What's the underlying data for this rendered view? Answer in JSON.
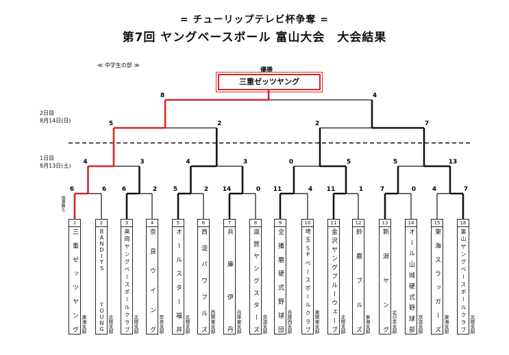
{
  "header": {
    "subtitle": "= チューリップテレビ杯争奪 =",
    "title": "第7回 ヤングベースボール 富山大会　大会結果"
  },
  "division_label": "≪ 中学生の部 ≫",
  "days": [
    {
      "label": "2日目",
      "date": "8月14日(日)"
    },
    {
      "label": "1日目",
      "date": "8月13日(土)"
    }
  ],
  "champion": {
    "label": "優勝",
    "name": "三重ゼッツヤング"
  },
  "lottery_note": "抽選勝ち",
  "scores": {
    "final": [
      "8",
      "4"
    ],
    "semi": [
      "5",
      "2",
      "2",
      "7"
    ],
    "quarter": [
      "4",
      "3",
      "4",
      "3",
      "0",
      "5",
      "5",
      "13"
    ],
    "first": [
      "6",
      "6",
      "6",
      "2",
      "5",
      "2",
      "14",
      "0",
      "11",
      "4",
      "11",
      "1",
      "7",
      "0",
      "4",
      "7"
    ]
  },
  "teams": [
    {
      "num": "1",
      "name": "三重ゼッツヤング",
      "branch": "東海支部"
    },
    {
      "num": "2",
      "name": "BANDITS YOUNG",
      "branch": "北陸支部"
    },
    {
      "num": "3",
      "name": "高岡ヤングベースボールクラブ",
      "branch": "北陸支部"
    },
    {
      "num": "4",
      "name": "奈良ウイング",
      "branch": "奈良支部"
    },
    {
      "num": "5",
      "name": "オールスター福井",
      "branch": "北陸支部"
    },
    {
      "num": "6",
      "name": "西淀パワフルズ",
      "branch": "西関東支部"
    },
    {
      "num": "7",
      "name": "兵庫伊丹",
      "branch": "兵庫東支部"
    },
    {
      "num": "8",
      "name": "滋賀ヤングスターズ",
      "branch": "京滋支部"
    },
    {
      "num": "9",
      "name": "全播磨硬式野球団",
      "branch": "兵庫西支部"
    },
    {
      "num": "10",
      "name": "埼玉SPベースボールクラブ",
      "branch": "東関東支部"
    },
    {
      "num": "11",
      "name": "金沢ヤングブルーウェーブ",
      "branch": "北陸支部"
    },
    {
      "num": "12",
      "name": "鈴鹿ブルズ",
      "branch": "東海支部"
    },
    {
      "num": "13",
      "name": "新潟ヤング",
      "branch": "北日本支部"
    },
    {
      "num": "14",
      "name": "オール山城硬式野球部",
      "branch": "京滋支部"
    },
    {
      "num": "15",
      "name": "東海スラッガーズ",
      "branch": "東海支部"
    },
    {
      "num": "16",
      "name": "富山ヤングベースボールクラブ",
      "branch": "北陸支部"
    }
  ],
  "colors": {
    "winner_path": "#d4242b",
    "line": "#111111"
  }
}
